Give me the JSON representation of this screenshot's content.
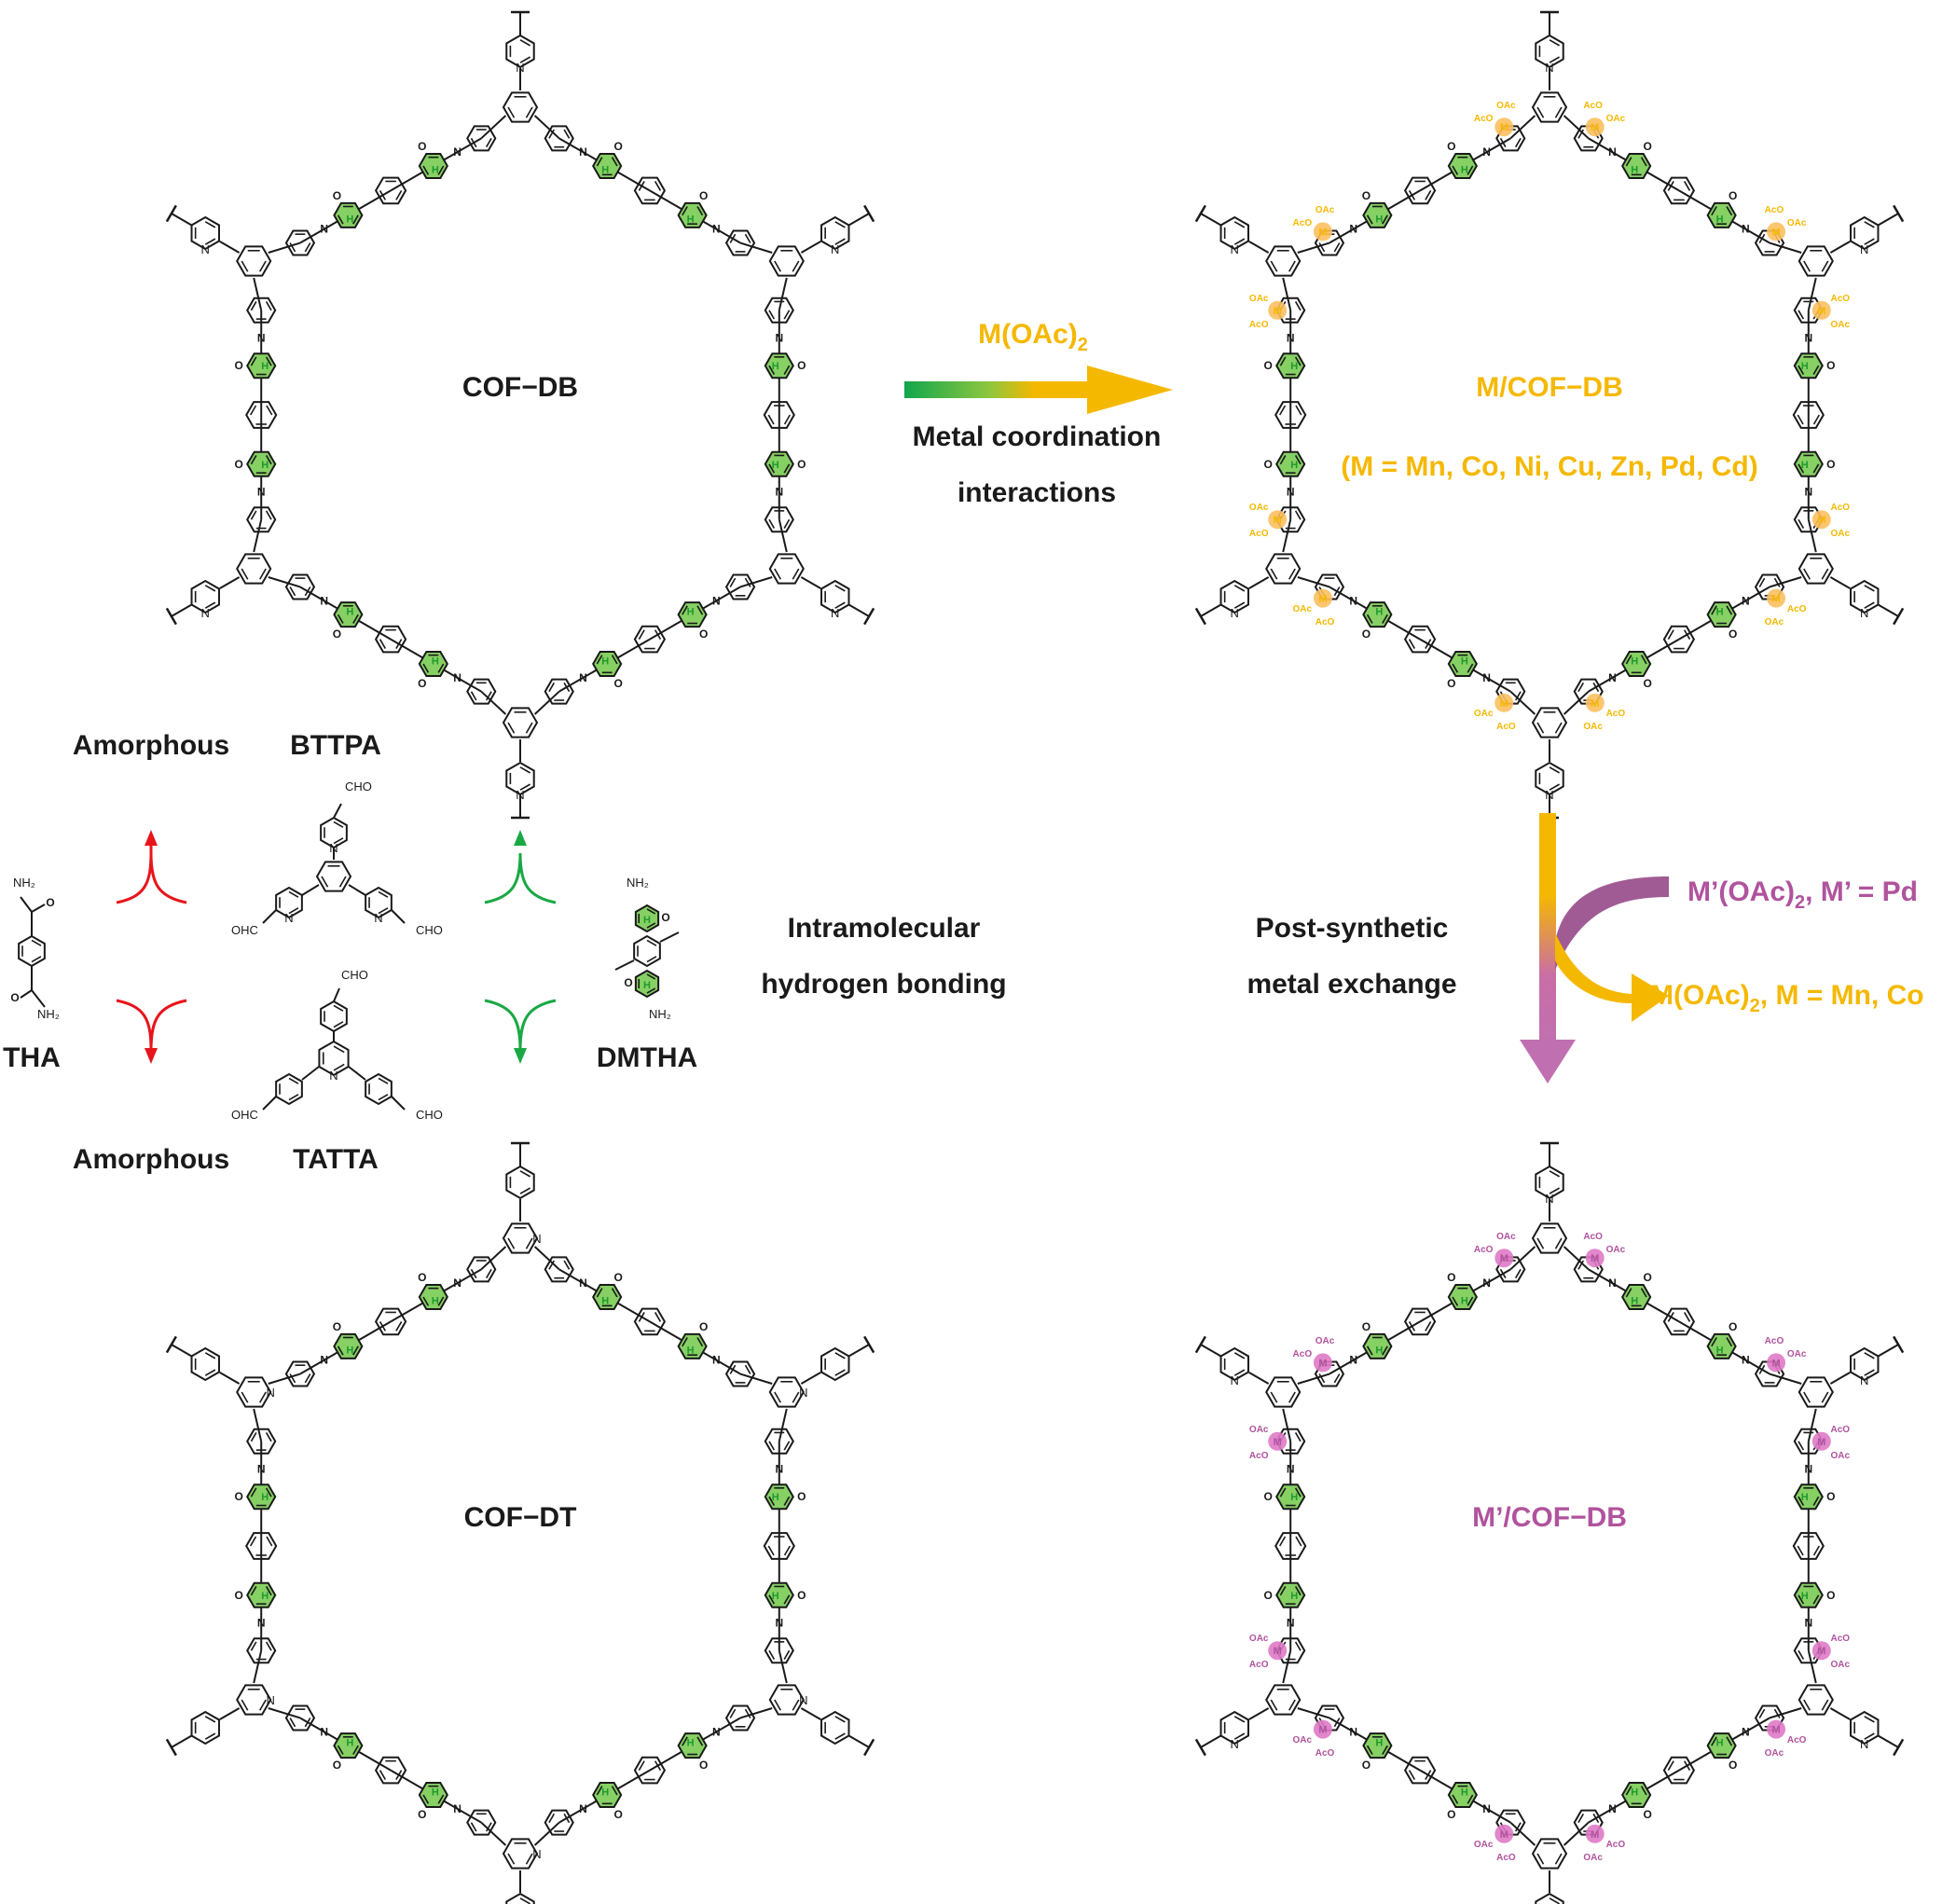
{
  "colors": {
    "black": "#1a1a1a",
    "green": "#86d064",
    "green_text": "#1f9a2c",
    "orange": "#f5b800",
    "orange_fill": "#fcc060",
    "magenta": "#b0539d",
    "magenta_fill": "#e07ac8",
    "red": "#e8141b",
    "arrow_green": "#17a84a"
  },
  "frameworks": {
    "cof_db": "COF−DB",
    "cof_dt": "COF−DT",
    "m_cof_db": "M/COF−DB",
    "m_list": "(M = Mn, Co, Ni, Cu, Zn, Pd, Cd)",
    "mp_cof_db": "M’/COF−DB"
  },
  "coordination": {
    "reagent": "M(OAc)",
    "reagent_sub": "2",
    "line1": "Metal coordination",
    "line2": "interactions"
  },
  "exchange": {
    "line1": "Post-synthetic",
    "line2": "metal exchange",
    "incoming": "M’(OAc)",
    "incoming_sub": "2",
    "incoming_rest": ", M’ = Pd",
    "outgoing": "M(OAc)",
    "outgoing_sub": "2",
    "outgoing_rest": ", M = Mn, Co"
  },
  "monomers": {
    "amorphous": "Amorphous",
    "bttpa": "BTTPA",
    "tatta": "TATTA",
    "tha": "THA",
    "dmtha": "DMTHA",
    "intra1": "Intramolecular",
    "intra2": "hydrogen bonding"
  },
  "atoms": {
    "n": "N",
    "o": "O",
    "h": "H",
    "nh2": "NH₂",
    "cho": "CHO",
    "ohc": "OHC",
    "aco": "AcO",
    "oac": "OAc",
    "m": "M"
  }
}
